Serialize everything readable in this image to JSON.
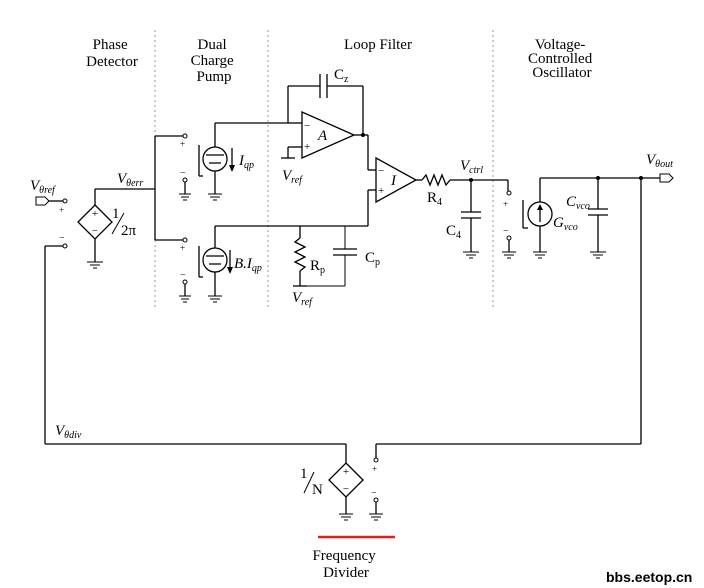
{
  "sections": {
    "phase_detector": [
      "Phase",
      "Detector"
    ],
    "charge_pump": [
      "Dual",
      "Charge",
      "Pump"
    ],
    "loop_filter": [
      "Loop Filter"
    ],
    "vco": [
      "Voltage-",
      "Controlled",
      "Oscillator"
    ],
    "divider": [
      "Frequency",
      "Divider"
    ]
  },
  "components": {
    "cz": {
      "base": "C",
      "sub": "z"
    },
    "amp_a": "A",
    "amp_i": "I",
    "iqp": {
      "base": "I",
      "sub": "qp"
    },
    "biqp": {
      "base": "B.I",
      "sub": "qp"
    },
    "rp": {
      "base": "R",
      "sub": "p"
    },
    "cp": {
      "base": "C",
      "sub": "p"
    },
    "r4": {
      "base": "R",
      "sub": "4"
    },
    "c4": {
      "base": "C",
      "sub": "4"
    },
    "cvco": {
      "base": "C",
      "sub": "vco"
    },
    "gvco": {
      "base": "G",
      "sub": "vco"
    },
    "gain_pd": {
      "num": "1",
      "den": "2π"
    },
    "gain_div": {
      "num": "1",
      "den": "N"
    }
  },
  "nodes": {
    "vtheta_ref": {
      "base": "V",
      "sub": "θref"
    },
    "vtheta_err": {
      "base": "V",
      "sub": "θerr"
    },
    "vtheta_out": {
      "base": "V",
      "sub": "θout"
    },
    "vtheta_div": {
      "base": "V",
      "sub": "θdiv"
    },
    "vctrl": {
      "base": "V",
      "sub": "ctrl"
    },
    "vref_a": {
      "base": "V",
      "sub": "ref"
    },
    "vref_rp": {
      "base": "V",
      "sub": "ref"
    }
  },
  "polarity": {
    "plus": "+",
    "minus": "−"
  },
  "watermark": "bbs.eetop.cn",
  "colors": {
    "highlight_line": "#e02020",
    "ink": "#000000",
    "separator": "#999999"
  }
}
